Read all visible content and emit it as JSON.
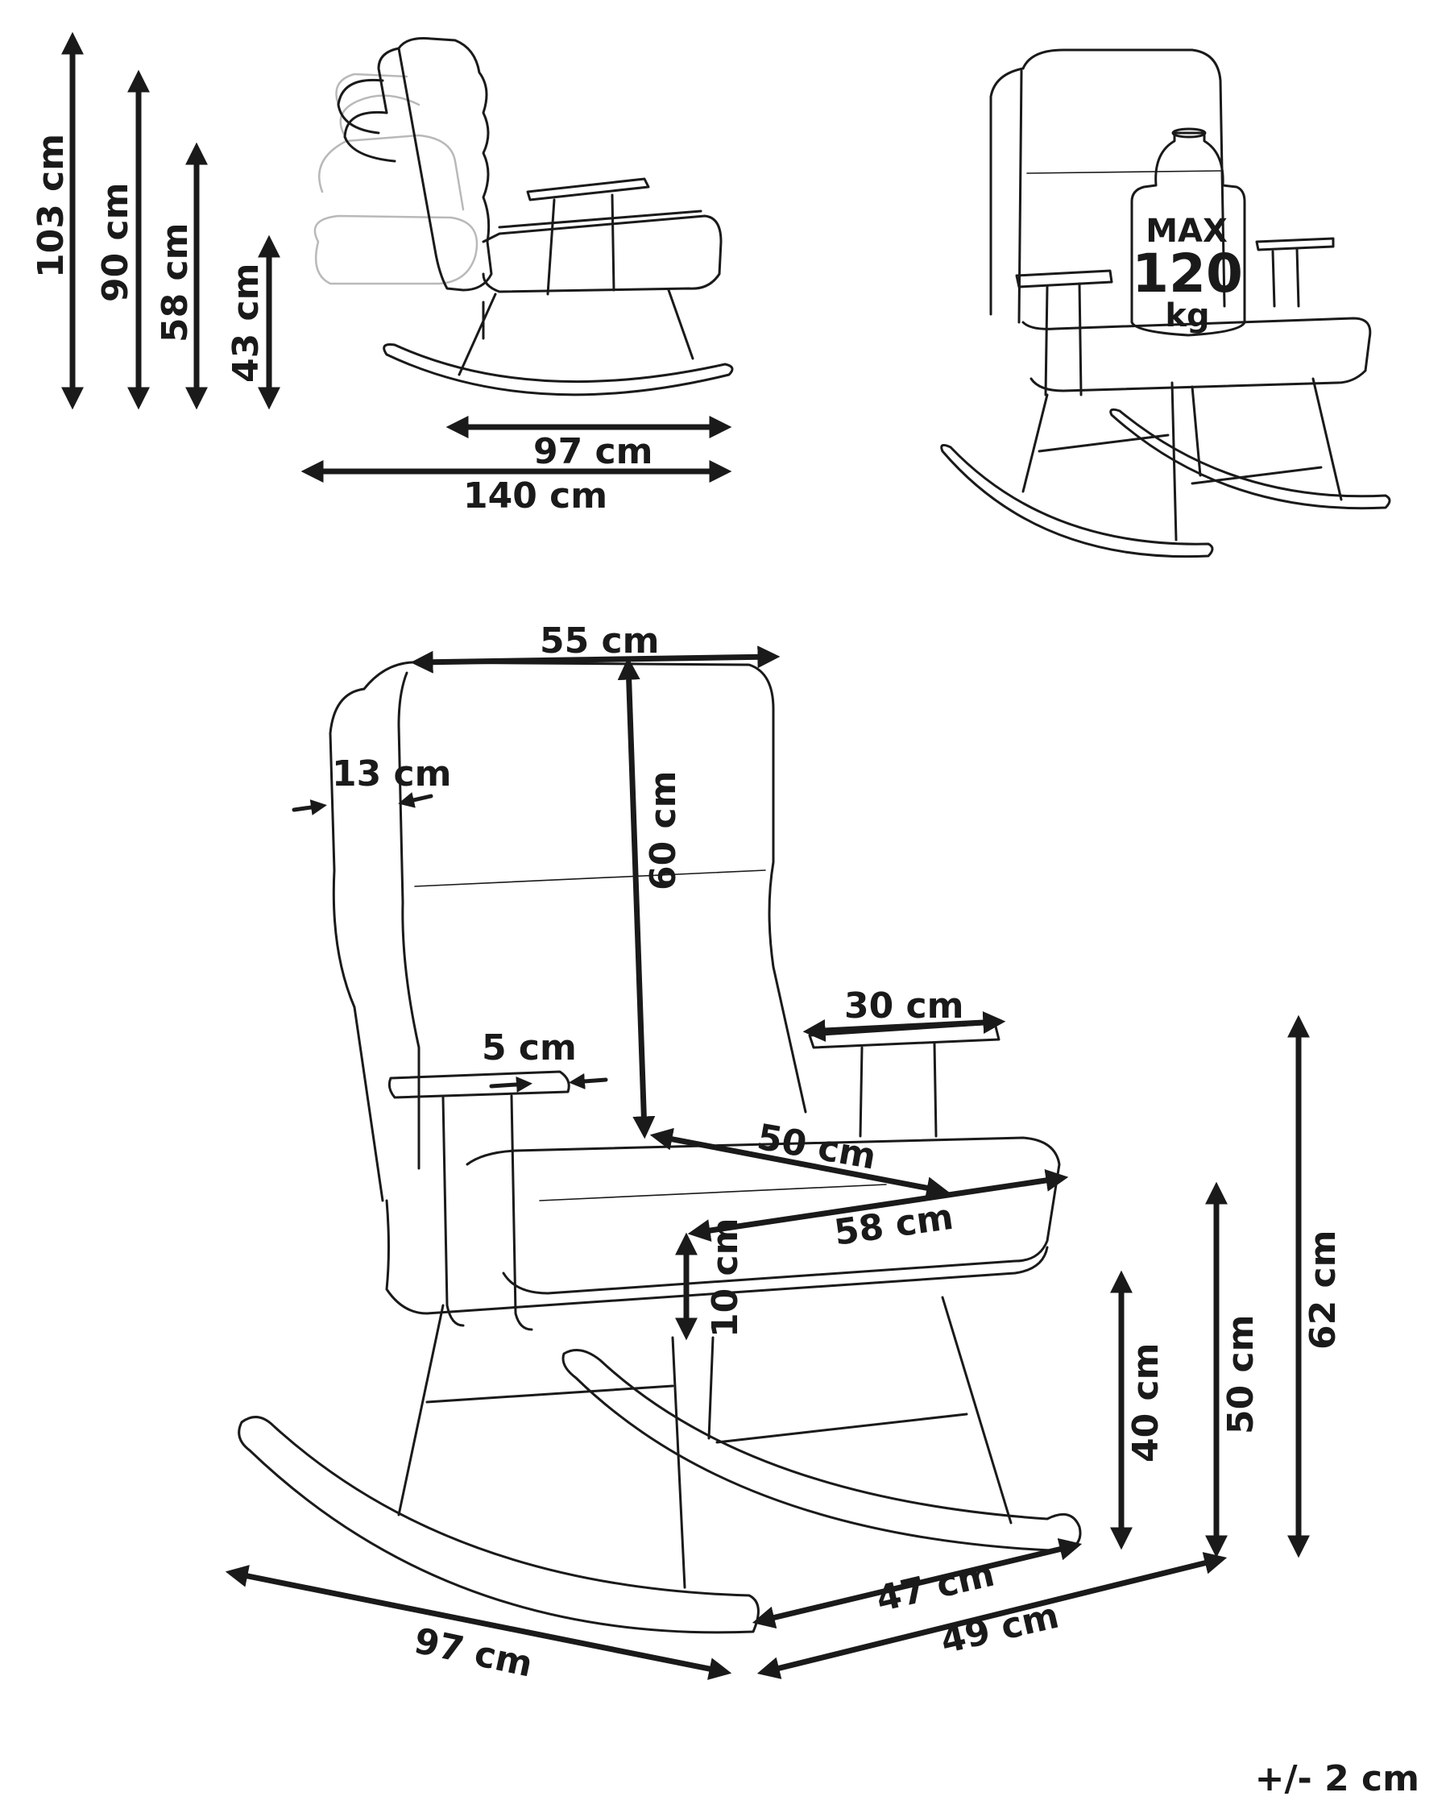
{
  "side_view": {
    "heights": [
      "103 cm",
      "90 cm",
      "58 cm",
      "43 cm"
    ],
    "depth_rocker": "97 cm",
    "depth_reclined": "140 cm"
  },
  "capacity_badge": {
    "max": "MAX",
    "value": "120",
    "unit": "kg"
  },
  "main_view": {
    "backrest_width": "55 cm",
    "backrest_height": "60 cm",
    "backrest_thickness": "13 cm",
    "armrest_width": "5 cm",
    "armrest_length": "30 cm",
    "seat_depth": "50 cm",
    "seat_width": "58 cm",
    "seat_thickness": "10 cm",
    "seat_height": "40 cm",
    "armrest_mid_height": "50 cm",
    "armrest_height": "62 cm",
    "rocker_length": "97 cm",
    "inner_width": "47 cm",
    "outer_width": "49 cm"
  },
  "tolerance": "+/- 2 cm"
}
